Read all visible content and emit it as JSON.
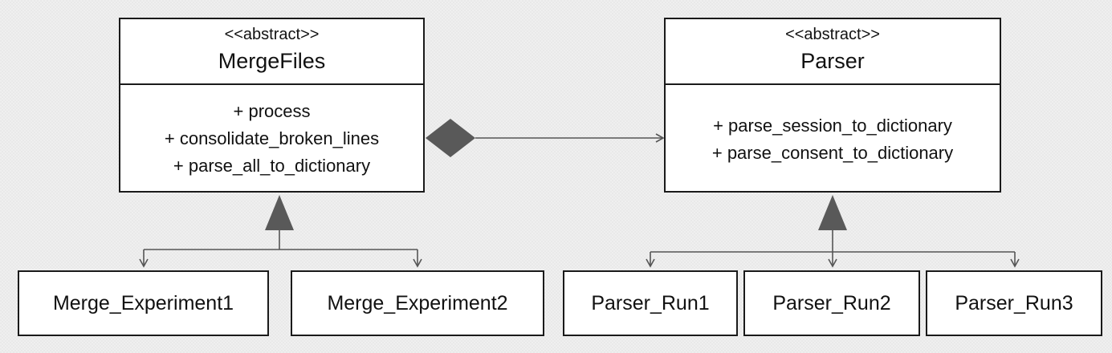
{
  "classes": {
    "merge_files": {
      "stereotype": "<<abstract>>",
      "name": "MergeFiles",
      "methods": [
        "+ process",
        "+ consolidate_broken_lines",
        "+ parse_all_to_dictionary"
      ]
    },
    "parser": {
      "stereotype": "<<abstract>>",
      "name": "Parser",
      "methods": [
        "+ parse_session_to_dictionary",
        "+ parse_consent_to_dictionary"
      ]
    }
  },
  "subclasses": {
    "merge": [
      "Merge_Experiment1",
      "Merge_Experiment2"
    ],
    "parser": [
      "Parser_Run1",
      "Parser_Run2",
      "Parser_Run3"
    ]
  },
  "relationships": [
    {
      "type": "composition",
      "from": "MergeFiles",
      "to": "Parser"
    },
    {
      "type": "inheritance",
      "parent": "MergeFiles",
      "children": [
        "Merge_Experiment1",
        "Merge_Experiment2"
      ]
    },
    {
      "type": "inheritance",
      "parent": "Parser",
      "children": [
        "Parser_Run1",
        "Parser_Run2",
        "Parser_Run3"
      ]
    }
  ],
  "colors": {
    "line": "#555555",
    "arrow_fill": "#595959",
    "box_border": "#1a1a1a",
    "background": "#efefef"
  }
}
